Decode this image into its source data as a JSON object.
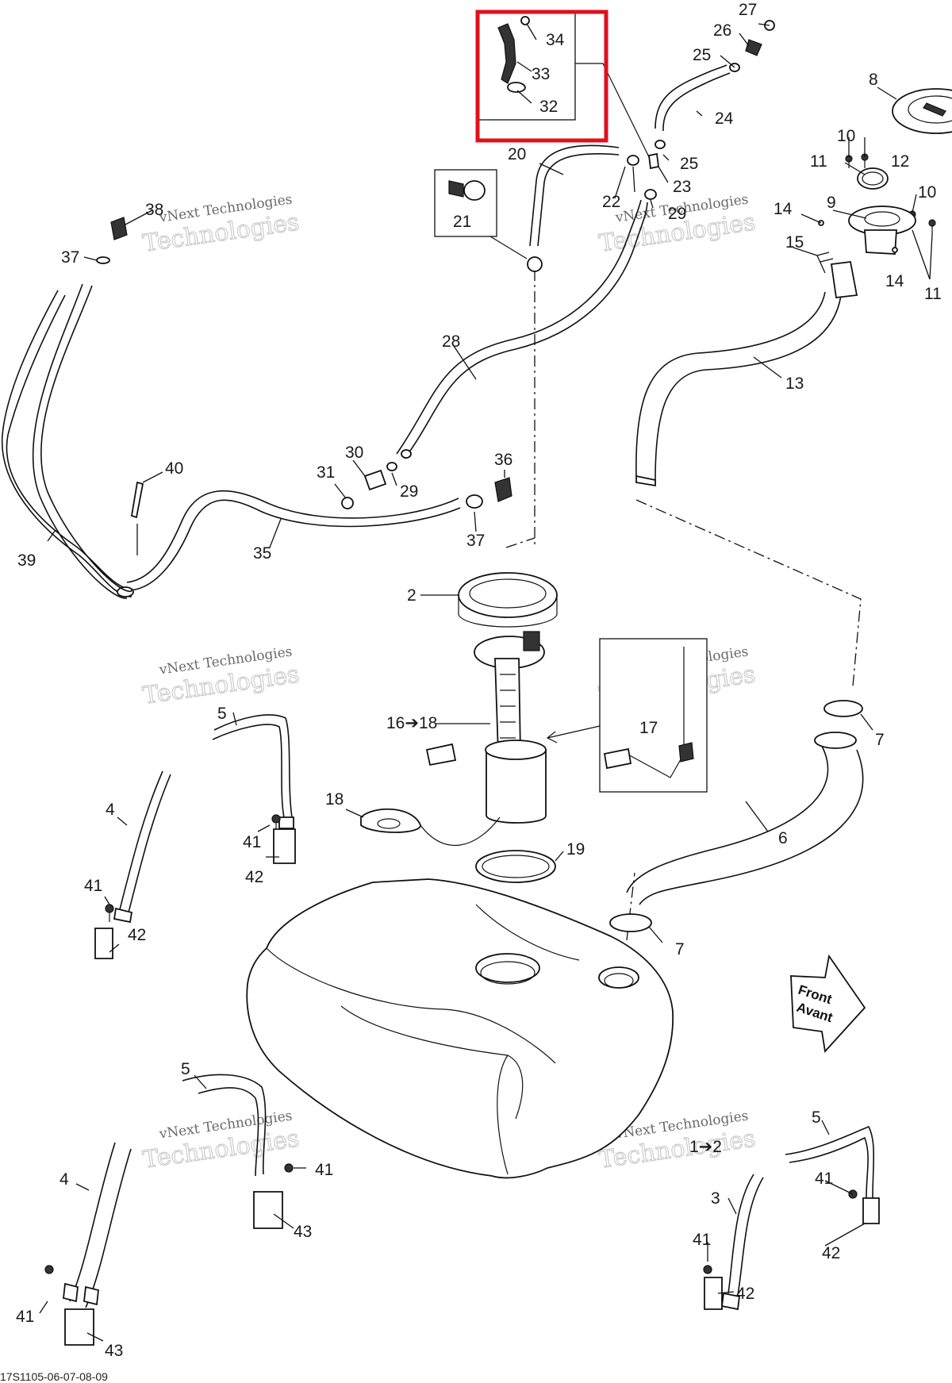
{
  "diagram": {
    "doc_code": "17S1105-06-07-08-09",
    "watermark_line1": "vNext Technologies",
    "watermark_line2": "Technologies",
    "direction_label_1": "Front",
    "direction_label_2": "Avant",
    "highlight_color": "#e0101c",
    "callouts": {
      "c27": "27",
      "c26": "26",
      "c25a": "25",
      "c24": "24",
      "c25b": "25",
      "c34": "34",
      "c33": "33",
      "c32": "32",
      "c20": "20",
      "c22": "22",
      "c23": "23",
      "c29a": "29",
      "c21": "21",
      "c38": "38",
      "c37a": "37",
      "c8": "8",
      "c10a": "10",
      "c11a": "11",
      "c12": "12",
      "c10b": "10",
      "c9": "9",
      "c14a": "14",
      "c15": "15",
      "c14b": "14",
      "c11b": "11",
      "c28": "28",
      "c13": "13",
      "c40": "40",
      "c39": "39",
      "c35": "35",
      "c30": "30",
      "c31": "31",
      "c29b": "29",
      "c36": "36",
      "c37b": "37",
      "c2a": "2",
      "c16_18": "16➔18",
      "c17": "17",
      "c5a": "5",
      "c4a": "4",
      "c41a": "41",
      "c42a": "42",
      "c41b": "41",
      "c42b": "42",
      "c18": "18",
      "c19": "19",
      "c7a": "7",
      "c6": "6",
      "c7b": "7",
      "c5b": "5",
      "c4b": "4",
      "c41c": "41",
      "c43a": "43",
      "c41d": "41",
      "c43b": "43",
      "c1_2": "1➔2",
      "c5c": "5",
      "c41e": "41",
      "c3": "3",
      "c42c": "42",
      "c41f": "41",
      "c42d": "42"
    }
  }
}
